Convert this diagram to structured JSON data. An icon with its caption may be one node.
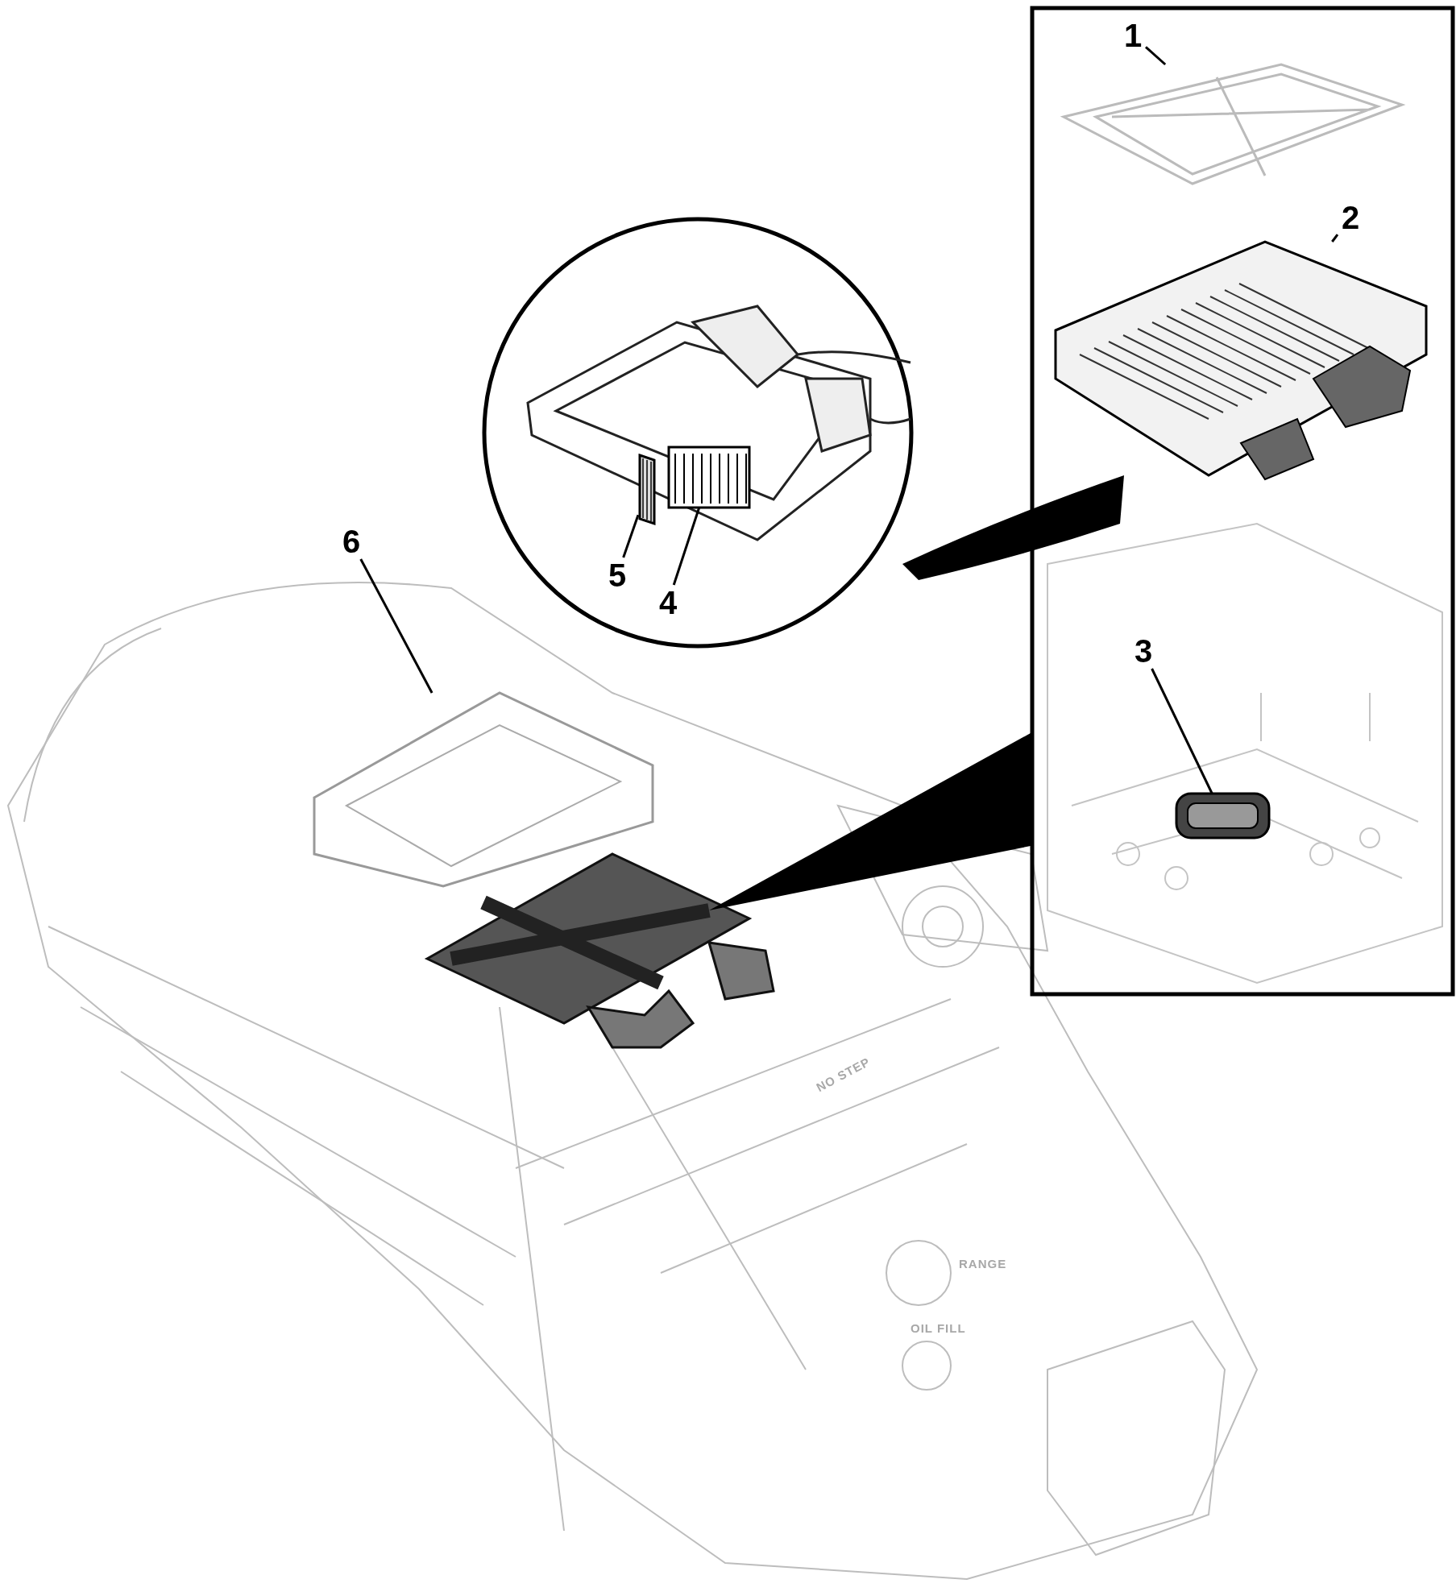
{
  "diagram": {
    "nodes": [
      {
        "text": [
          "1"
        ]
      },
      {
        "text": [],
        "shape": "picture"
      },
      {
        "text": [
          "2"
        ]
      },
      {
        "text": [],
        "shape": "picture"
      },
      {
        "text": [
          "3"
        ]
      },
      {
        "text": [],
        "shape": "picture"
      },
      {
        "text": [
          "4"
        ]
      },
      {
        "text": [],
        "shape": "picture"
      },
      {
        "text": [
          "5"
        ]
      },
      {
        "text": [],
        "shape": "picture"
      },
      {
        "text": [
          "6"
        ]
      },
      {
        "text": [],
        "shape": "picture"
      }
    ],
    "edges": [
      {
        "from": 0,
        "to": 1,
        "arrow": "none"
      },
      {
        "from": 2,
        "to": 3,
        "arrow": "none"
      },
      {
        "from": 4,
        "to": 5,
        "arrow": "none"
      },
      {
        "from": 6,
        "to": 7,
        "arrow": "none"
      },
      {
        "from": 8,
        "to": 9,
        "arrow": "none"
      },
      {
        "from": 10,
        "to": 11,
        "arrow": "none"
      }
    ],
    "labels": [
      "NO STEP",
      "RANGE",
      "OIL FILL"
    ]
  }
}
